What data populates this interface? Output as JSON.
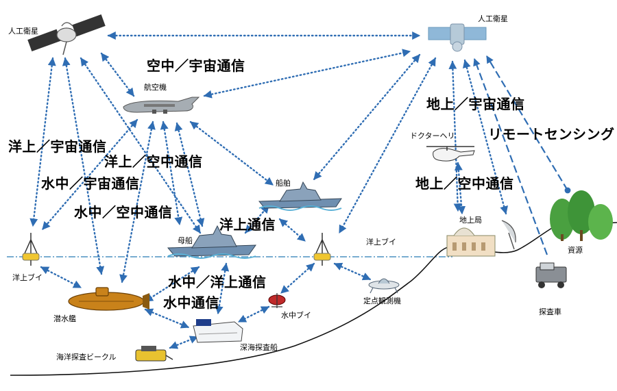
{
  "labels": {
    "satellite_left": "人工衛星",
    "satellite_right": "人工衛星",
    "aircraft": "航空機",
    "ship": "船舶",
    "doctor_heli": "ドクターヘリ",
    "ground_station": "地上局",
    "resource": "資源",
    "explore_vehicle": "探査車",
    "buoy_left": "洋上ブイ",
    "buoy_right": "洋上ブイ",
    "mother_ship": "母船",
    "submarine": "潜水艦",
    "underwater_buoy": "水中ブイ",
    "fixed_observer": "定点観測機",
    "deep_sea_vessel": "深海探査船",
    "ocean_vehicle": "海洋探査ビークル"
  },
  "links": {
    "air_space": "空中／宇宙通信",
    "ground_space": "地上／宇宙通信",
    "remote_sensing": "リモートセンシング",
    "ocean_space": "洋上／宇宙通信",
    "ocean_air": "洋上／空中通信",
    "underwater_space": "水中／宇宙通信",
    "underwater_air": "水中／空中通信",
    "ocean": "洋上通信",
    "ground_air": "地上／空中通信",
    "underwater_ocean": "水中／洋上通信",
    "underwater": "水中通信"
  },
  "colors": {
    "link": "#2f6db3",
    "sea_line": "#4a90c0",
    "terrain": "#111111",
    "foliage": "#4aa040"
  }
}
